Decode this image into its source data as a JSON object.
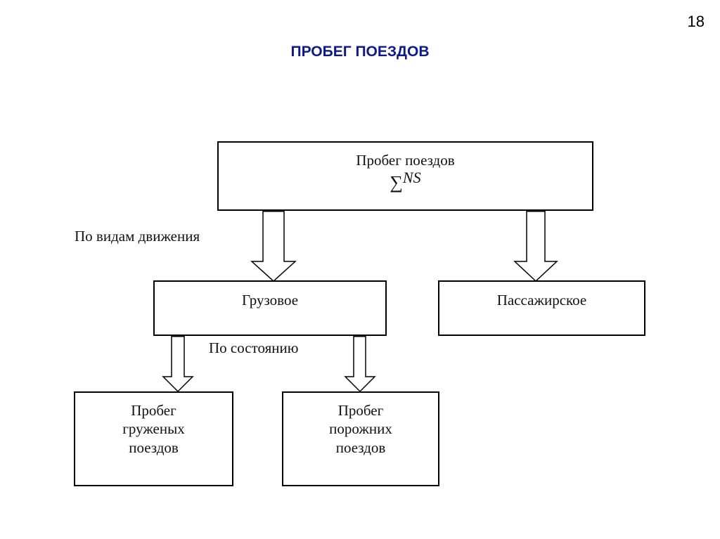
{
  "slide_number": "18",
  "title": "ПРОБЕГ ПОЕЗДОВ",
  "diagram": {
    "root": {
      "label": "Пробег поездов",
      "formula_symbol": "∑",
      "formula_text": "NS"
    },
    "edge_label_1": "По видам движения",
    "freight": {
      "label": "Грузовое"
    },
    "passenger": {
      "label": "Пассажирское"
    },
    "edge_label_2": "По состоянию",
    "loaded": {
      "lines": [
        "Пробег",
        "груженых",
        "поездов"
      ]
    },
    "empty": {
      "lines": [
        "Пробег",
        "порожних",
        "поездов"
      ]
    }
  }
}
